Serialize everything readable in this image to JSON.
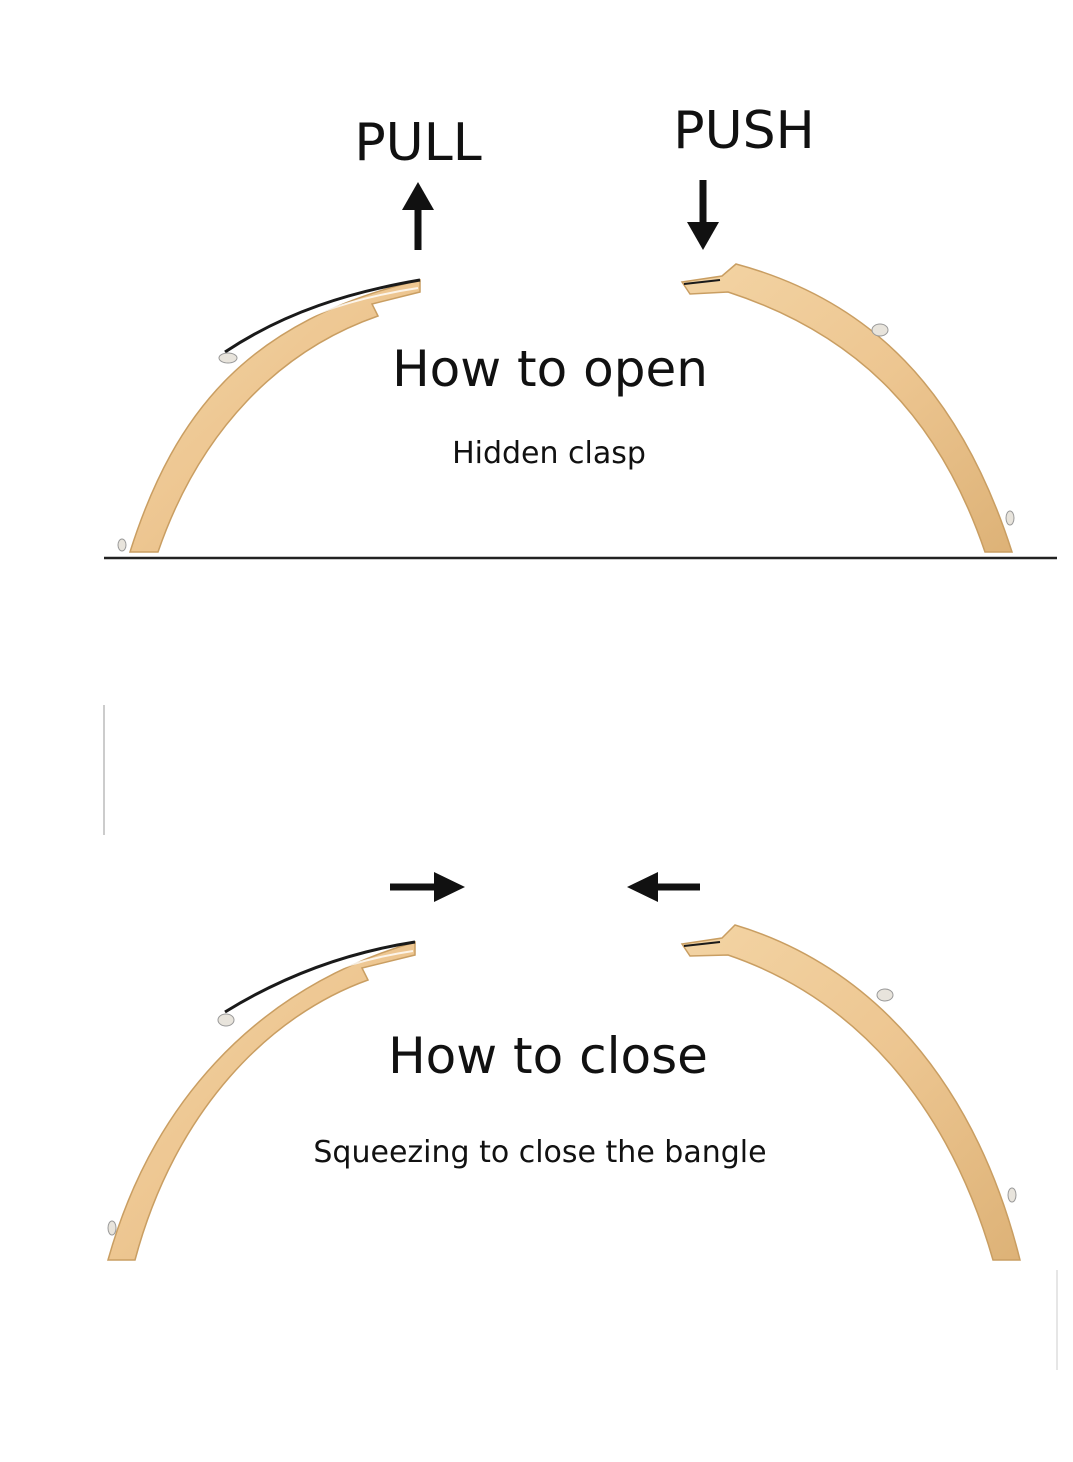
{
  "open_section": {
    "left_label": "PULL",
    "right_label": "PUSH",
    "title": "How to open",
    "subtitle": "Hidden clasp"
  },
  "close_section": {
    "title": "How to close",
    "subtitle": "Squeezing to close the bangle"
  },
  "colors": {
    "gold": "#EDC691",
    "gold_shadow": "#D9AE70",
    "dark_edge": "#1a1a1a",
    "stone": "#e8e4dc",
    "ink": "#111111",
    "divider": "#222222"
  }
}
